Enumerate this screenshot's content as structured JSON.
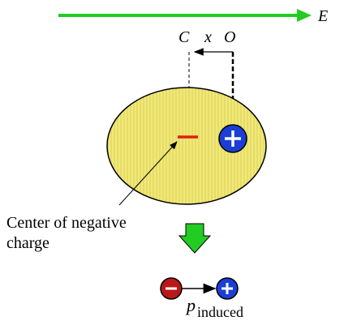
{
  "field": {
    "label": "E",
    "color": "#22cc22"
  },
  "axis": {
    "center_label": "C",
    "distance_label": "x",
    "origin_label": "O"
  },
  "atom": {
    "fill": "#f0e878",
    "stripe": "#d8cc50"
  },
  "negative_center": {
    "color": "#e02010",
    "caption_line1": "Center of negative",
    "caption_line2": "charge"
  },
  "nucleus": {
    "color": "#1a3ed6",
    "symbol": "+"
  },
  "arrow": {
    "color": "#22cc22"
  },
  "dipole": {
    "negative_color": "#b81818",
    "positive_color": "#1a3ed6",
    "negative_symbol": "−",
    "positive_symbol": "+",
    "label": "p",
    "subscript": "induced"
  }
}
